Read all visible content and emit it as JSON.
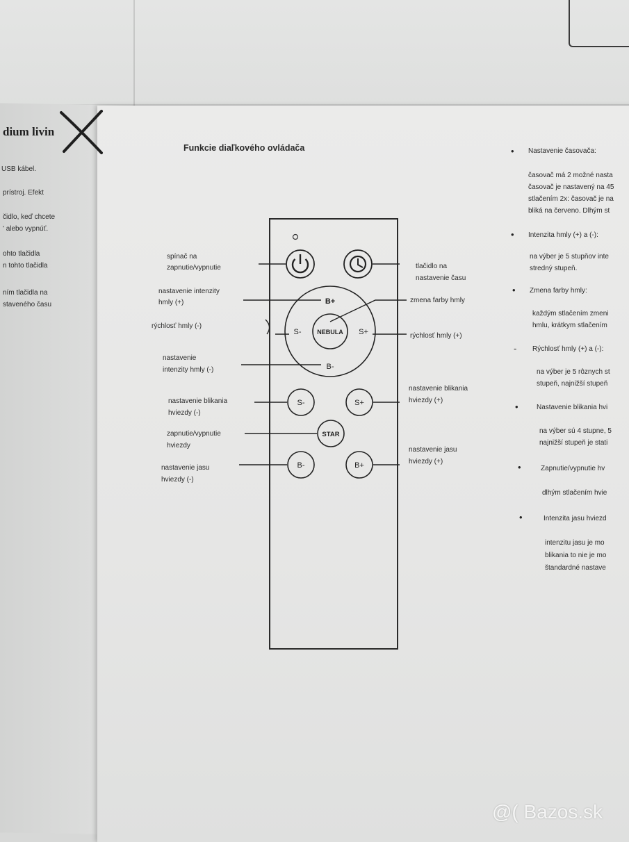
{
  "left_page": {
    "heading": "dium livin",
    "lines": [
      "USB kábel.",
      "prístroj. Efekt",
      "čidlo, keď chcete",
      "' alebo vypnúť.",
      "ohto tlačidla",
      "n tohto tlačidla",
      "ním tlačidla na",
      "staveného času"
    ]
  },
  "main": {
    "title": "Funkcie diaľkového ovládača",
    "labels": {
      "power": "spínač na",
      "power2": "zapnutie/vypnutie",
      "timer": "tlačidlo na",
      "timer2": "nastavenie času",
      "fog_int_plus": "nastavenie intenzity",
      "fog_int_plus2": "hmly (+)",
      "color_change": "zmena farby hmly",
      "fog_speed_minus": "rýchlosť hmly (-)",
      "fog_speed_plus": "rýchlosť hmly (+)",
      "fog_int_minus": "nastavenie",
      "fog_int_minus2": "intenzity hmly (-)",
      "star_blink_minus": "nastavenie blikania",
      "star_blink_minus2": "hviezdy (-)",
      "star_blink_plus": "nastavenie blikania",
      "star_blink_plus2": "hviezdy (+)",
      "star_onoff": "zapnutie/vypnutie",
      "star_onoff2": "hviezdy",
      "star_bright_plus": "nastavenie jasu",
      "star_bright_plus2": "hviezdy (+)",
      "star_bright_minus": "nastavenie jasu",
      "star_bright_minus2": "hviezdy (-)"
    },
    "buttons": {
      "b_plus": "B+",
      "b_minus": "B-",
      "s_minus": "S-",
      "s_plus": "S+",
      "nebula": "NEBULA",
      "s_minus2": "S-",
      "s_plus2": "S+",
      "star": "STAR",
      "b_minus2": "B-",
      "b_plus2": "B+"
    }
  },
  "right_column": {
    "items": [
      {
        "bullet": "•",
        "head": "Nastavenie časovača:",
        "lines": [
          "časovač má 2 možné nasta",
          "časovač je nastavený na 45",
          "stlačením 2x: časovač je na",
          "bliká na červeno. Dlhým st"
        ]
      },
      {
        "bullet": "•",
        "head": "Intenzita hmly (+) a (-):",
        "lines": [
          "na výber je 5 stupňov inte",
          "stredný stupeň."
        ]
      },
      {
        "bullet": "•",
        "head": "Zmena farby hmly:",
        "lines": [
          "každým stlačením zmeni",
          "hmlu, krátkym stlačením"
        ]
      },
      {
        "bullet": "-",
        "head": "Rýchlosť hmly (+) a (-):",
        "lines": [
          "na výber je 5 rôznych st",
          "stupeň, najnižší stupeň"
        ]
      },
      {
        "bullet": "•",
        "head": "Nastavenie blikania hvi",
        "lines": [
          "na výber sú 4 stupne, 5",
          "najnižší stupeň je stati"
        ]
      },
      {
        "bullet": "•",
        "head": "Zapnutie/vypnutie hv",
        "lines": [
          "dlhým stlačením hvie"
        ]
      },
      {
        "bullet": "•",
        "head": "Intenzita jasu hviezd",
        "lines": [
          "intenzitu jasu je mo",
          "blikania to nie je mo",
          "štandardné nastave"
        ]
      }
    ]
  },
  "watermark": "@( Bazos.sk"
}
